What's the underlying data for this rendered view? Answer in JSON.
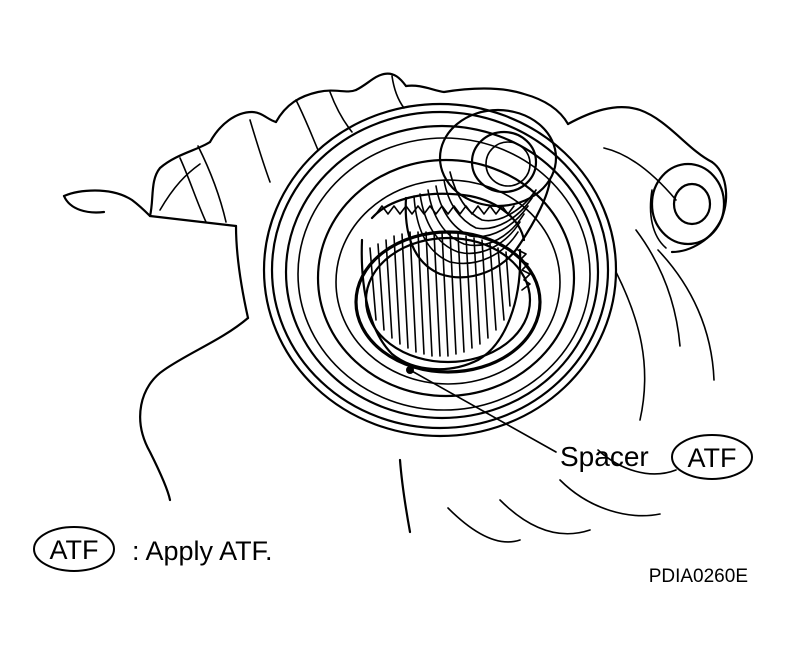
{
  "callout": {
    "label": "Spacer",
    "badge": "ATF"
  },
  "legend": {
    "badge": "ATF",
    "text": ": Apply ATF."
  },
  "figure_code": "PDIA0260E",
  "colors": {
    "ink": "#000000",
    "paper": "#ffffff"
  }
}
